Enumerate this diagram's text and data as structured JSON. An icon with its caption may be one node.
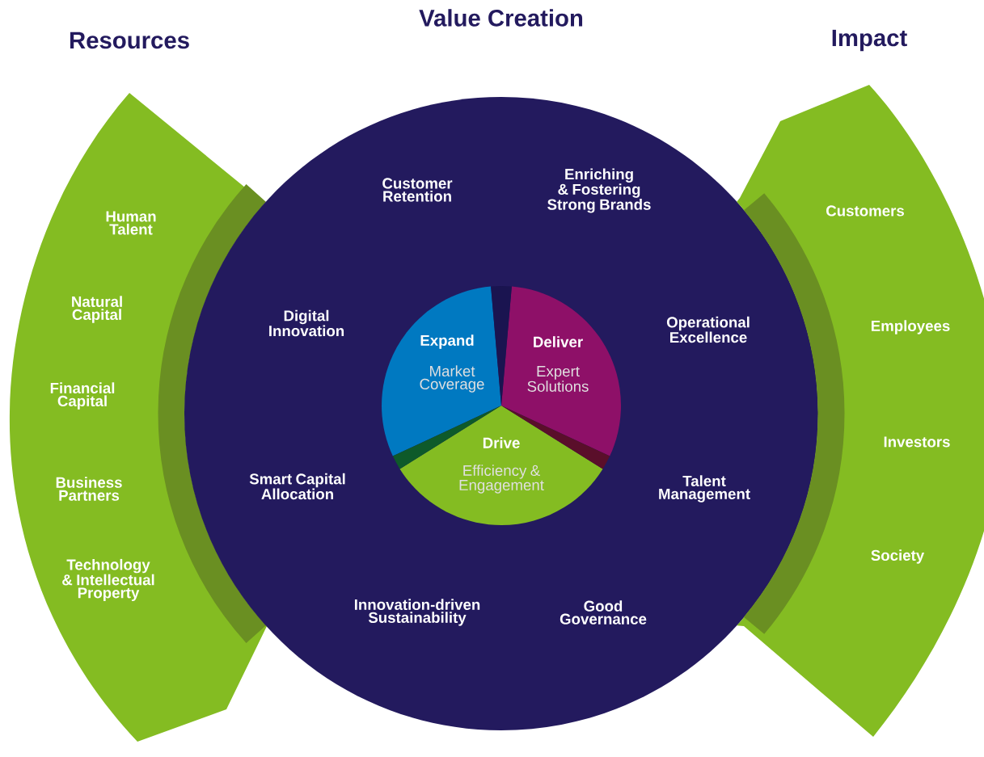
{
  "diagram": {
    "title": "Value Creation",
    "nodes": [
      {
        "text": [
          "Resources",
          "Human Talent",
          "Natural Capital",
          "Financial Capital",
          "Business Partners",
          "Technology & Intellectual Property"
        ]
      },
      {
        "text": [
          "Customer Retention",
          "Enriching & Fostering Strong Brands",
          "Digital Innovation",
          "Operational Excellence",
          "Smart Capital Allocation",
          "Talent Management",
          "Innovation-driven Sustainability",
          "Good Governance"
        ]
      },
      {
        "text": [
          "Expand",
          "Market Coverage"
        ],
        "in": 1
      },
      {
        "text": [
          "Deliver",
          "Expert Solutions"
        ],
        "in": 1
      },
      {
        "text": [
          "Drive",
          "Efficiency & Engagement"
        ],
        "in": 1
      },
      {
        "text": [
          "Impact",
          "Customers",
          "Employees",
          "Investors",
          "Society"
        ]
      }
    ],
    "edges": []
  }
}
